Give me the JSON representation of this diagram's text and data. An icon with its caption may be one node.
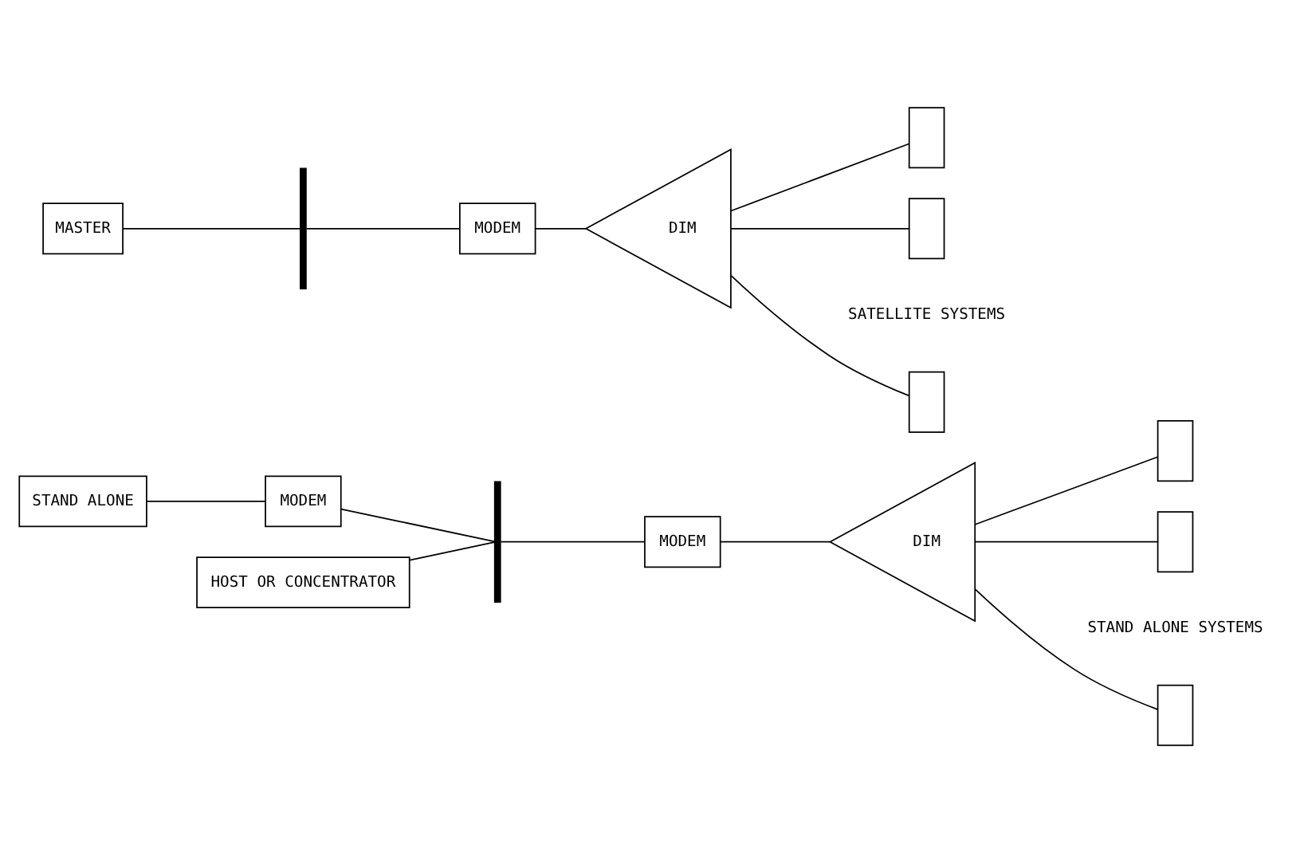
{
  "diagram": {
    "nodes": [
      {
        "text": [
          "STAND ALONE"
        ]
      },
      {
        "text": [
          "MODEM"
        ]
      },
      {
        "text": [
          "HOST OR CONCENTRATOR"
        ]
      },
      {
        "text": [],
        "shape": "bar"
      },
      {
        "text": [
          "MODEM"
        ]
      },
      {
        "text": [
          "DIM"
        ]
      },
      {
        "text": [],
        "shape": "box"
      },
      {
        "text": [],
        "shape": "box"
      },
      {
        "text": [],
        "shape": "box"
      },
      {
        "text": [
          "MASTER"
        ]
      },
      {
        "text": [],
        "shape": "bar"
      },
      {
        "text": [
          "MODEM"
        ]
      },
      {
        "text": [
          "DIM"
        ]
      },
      {
        "text": [],
        "shape": "box"
      },
      {
        "text": [],
        "shape": "box"
      },
      {
        "text": [],
        "shape": "box"
      }
    ],
    "edges": [
      {
        "from": 0,
        "to": 1,
        "arrow": "none"
      },
      {
        "from": 1,
        "to": 3,
        "arrow": "none"
      },
      {
        "from": 2,
        "to": 3,
        "arrow": "none"
      },
      {
        "from": 3,
        "to": 4,
        "arrow": "none"
      },
      {
        "from": 4,
        "to": 5,
        "arrow": "none"
      },
      {
        "from": 5,
        "to": 6,
        "arrow": "none"
      },
      {
        "from": 5,
        "to": 7,
        "arrow": "none"
      },
      {
        "from": 5,
        "to": 8,
        "arrow": "none"
      },
      {
        "from": 9,
        "to": 10,
        "arrow": "none"
      },
      {
        "from": 10,
        "to": 11,
        "arrow": "none"
      },
      {
        "from": 11,
        "to": 12,
        "arrow": "none"
      },
      {
        "from": 12,
        "to": 13,
        "arrow": "none"
      },
      {
        "from": 12,
        "to": 14,
        "arrow": "none"
      },
      {
        "from": 12,
        "to": 15,
        "arrow": "none"
      }
    ],
    "labels": [
      "STAND ALONE SYSTEMS",
      "SATELLITE SYSTEMS"
    ]
  }
}
